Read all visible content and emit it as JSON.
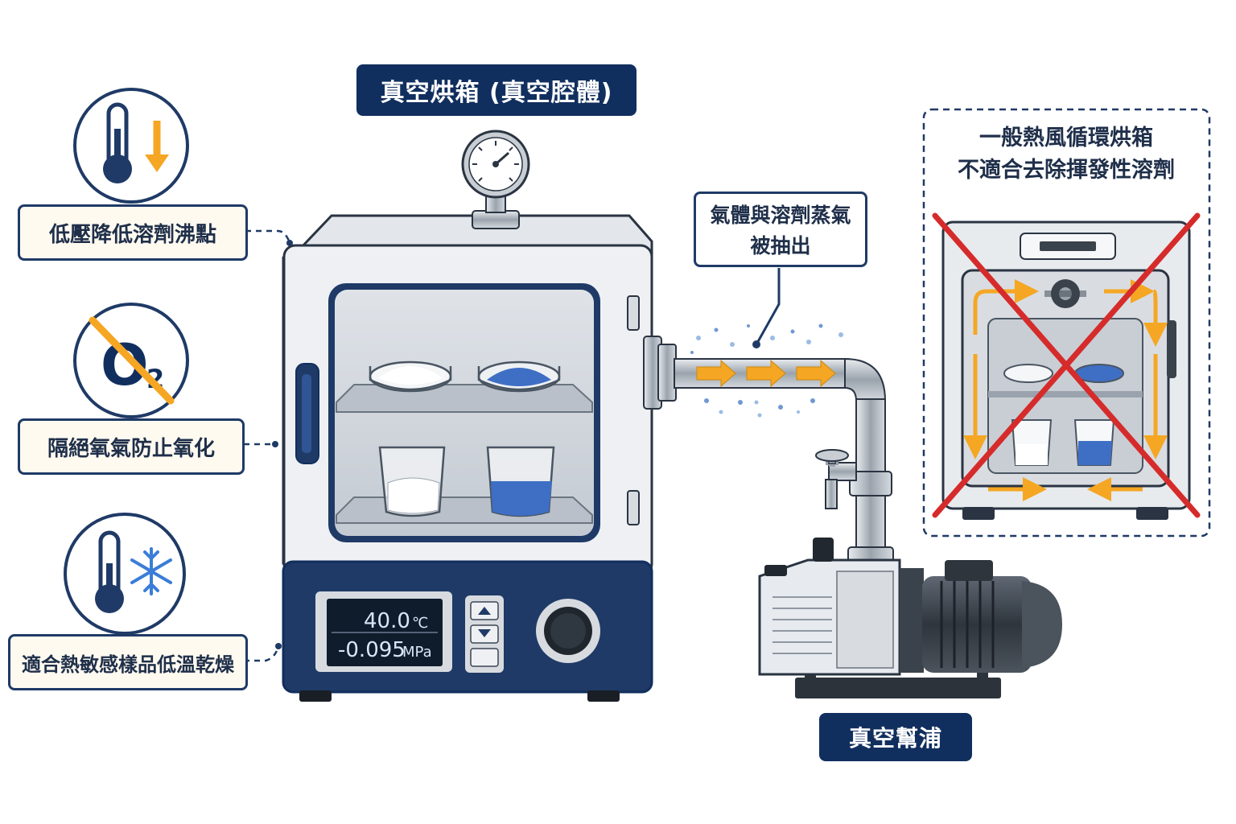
{
  "oven_title": "真空烘箱 (真空腔體)",
  "pump_title": "真空幫浦",
  "features": [
    {
      "label": "低壓降低溶劑沸點",
      "icon": "thermometer-down-icon"
    },
    {
      "label": "隔絕氧氣防止氧化",
      "icon": "no-oxygen-icon"
    },
    {
      "label": "適合熱敏感樣品低溫乾燥",
      "icon": "thermometer-snowflake-icon"
    }
  ],
  "vapor_callout": {
    "line1": "氣體與溶劑蒸氣",
    "line2": "被抽出"
  },
  "comparison": {
    "line1": "一般熱風循環烘箱",
    "line2": "不適合去除揮發性溶劑"
  },
  "display": {
    "temp_value": "40.0",
    "temp_unit": "℃",
    "pressure_value": "-0.095",
    "pressure_unit": "MPa"
  },
  "o2_label": "O2",
  "colors": {
    "navy": "#112f5e",
    "accent_orange": "#f5a623",
    "cross_red": "#d62b2b",
    "powder_blue": "#3f6fc4"
  }
}
